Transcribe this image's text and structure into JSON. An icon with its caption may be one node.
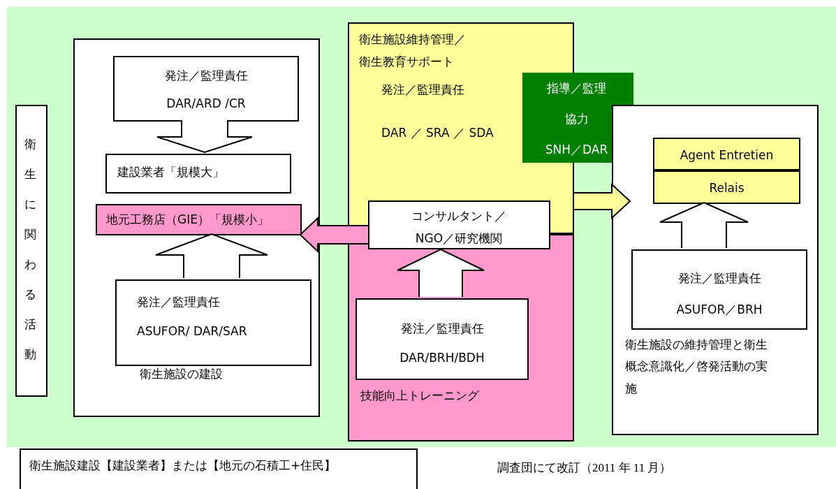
{
  "diagram": {
    "nodes": [
      {
        "text": [
          "衛生に関わる活動"
        ]
      },
      {
        "text": [
          "衛生施設の建設"
        ]
      },
      {
        "text": [
          "発注／監理責任",
          "DAR/ARD /CR"
        ],
        "in": 1
      },
      {
        "text": [
          "建設業者「規模大」"
        ],
        "in": 1
      },
      {
        "text": [
          "地元工務店（GIE）「規模小」"
        ],
        "in": 1
      },
      {
        "text": [
          "発注／監理責任",
          "ASUFOR/ DAR/SAR"
        ],
        "in": 1
      },
      {
        "text": [
          "衛生施設維持管理／衛生教育サポート",
          "発注／監理責任",
          "DAR ／ SRA ／ SDA"
        ]
      },
      {
        "text": [
          "技能向上トレーニング"
        ]
      },
      {
        "text": [
          "コンサルタント／NGO／研究機関"
        ]
      },
      {
        "text": [
          "発注／監理責任",
          "DAR/BRH/BDH"
        ],
        "in": 7
      },
      {
        "text": [
          "指導／監理",
          "協力",
          "SNH／DAR"
        ]
      },
      {
        "text": [
          "衛生施設の維持管理と衛生概念意識化／啓発活動の実施"
        ]
      },
      {
        "text": [
          "Agent Entretien"
        ],
        "in": 11
      },
      {
        "text": [
          "Relais"
        ],
        "in": 11
      },
      {
        "text": [
          "発注／監理責任",
          "ASUFOR／BRH"
        ],
        "in": 11
      },
      {
        "text": [
          "衛生施設建設【建設業者】または【地元の石積工+住民】"
        ]
      }
    ],
    "edges": [
      {
        "from": 2,
        "to": 3,
        "arrow": "to"
      },
      {
        "from": 5,
        "to": 4,
        "arrow": "to"
      },
      {
        "from": 8,
        "to": 4,
        "arrow": "to",
        "color": "#ff99cc"
      },
      {
        "from": 9,
        "to": 8,
        "arrow": "to"
      },
      {
        "from": 6,
        "to": 11,
        "arrow": "to",
        "color": "#ffff99"
      },
      {
        "from": 14,
        "to": 13,
        "arrow": "to"
      }
    ],
    "labels": [
      "調査団にて改訂（2011 年 11 月）"
    ]
  }
}
